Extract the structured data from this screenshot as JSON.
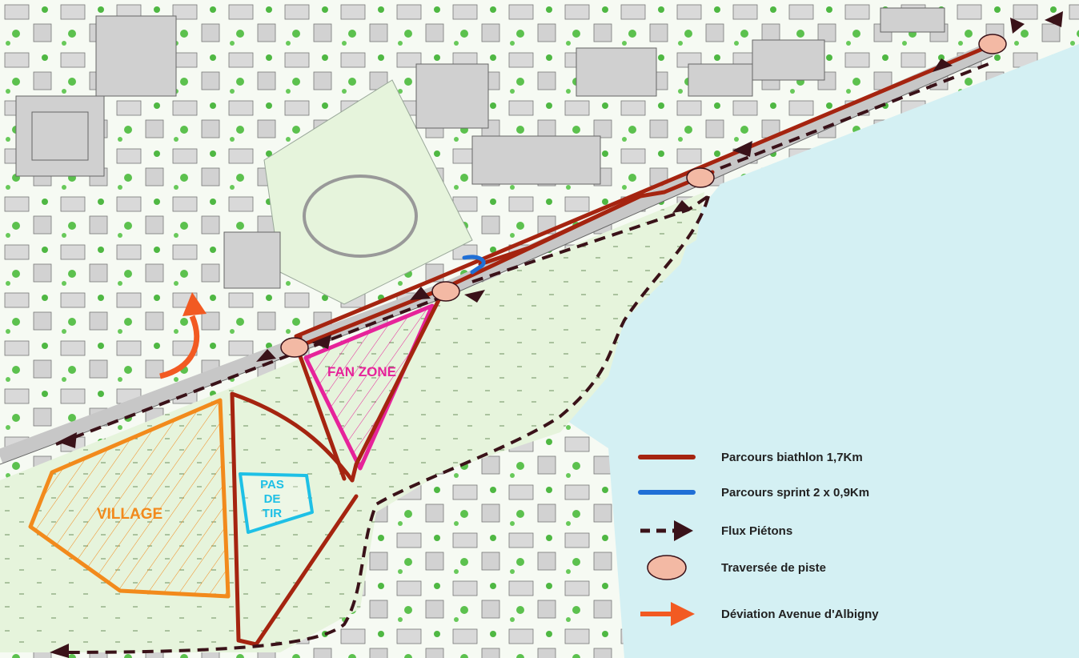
{
  "zones": {
    "village": "VILLAGE",
    "fan_zone": "FAN ZONE",
    "pas_de_tir": [
      "PAS",
      "DE",
      "TIR"
    ]
  },
  "legend": [
    {
      "label": "Parcours biathlon 1,7Km",
      "icon": "dark-red-line"
    },
    {
      "label": "Parcours sprint 2 x 0,9Km",
      "icon": "blue-line"
    },
    {
      "label": "Flux Piétons",
      "icon": "dashed-arrow"
    },
    {
      "label": "Traversée de piste",
      "icon": "crossing-ellipse"
    },
    {
      "label": "Déviation Avenue d'Albigny",
      "icon": "orange-arrow"
    }
  ],
  "colors": {
    "biathlon": "#a52410",
    "sprint": "#1f6fd6",
    "pedestrian": "#3a1219",
    "crossing": "#f3b9a4",
    "deviation": "#f25a22",
    "village": "#f28a1c",
    "fan_zone": "#e6239a",
    "pas_de_tir": "#1ec0e6",
    "lake": "#cdeff2",
    "park": "#e3f3d9"
  }
}
